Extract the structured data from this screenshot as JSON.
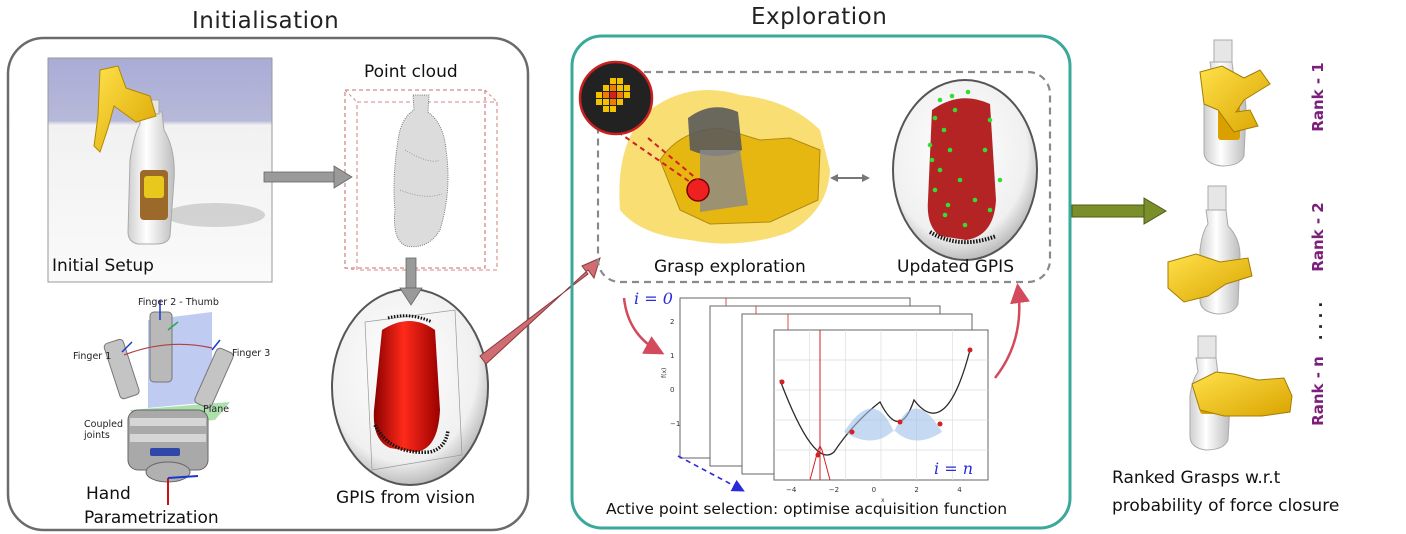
{
  "initialisation": {
    "title": "Initialisation",
    "initial_setup_label": "Initial Setup",
    "point_cloud_label": "Point cloud",
    "gpis_vision_label": "GPIS from vision",
    "hand_label_line1": "Hand",
    "hand_label_line2": "Parametrization",
    "hand_annotations": {
      "finger2": "Finger 2 - Thumb",
      "finger1": "Finger 1",
      "finger3": "Finger 3",
      "plane": "Plane",
      "coupled": "Coupled",
      "joints": "joints"
    }
  },
  "exploration": {
    "title": "Exploration",
    "grasp_exploration_label": "Grasp exploration",
    "updated_gpis_label": "Updated GPIS",
    "active_point_label": "Active point selection: optimise acquisition function",
    "iter_start": "i = 0",
    "iter_end": "i = n",
    "plot": {
      "y_ticks": [
        "2",
        "1",
        "0",
        "−1"
      ],
      "x_ticks": [
        "−4",
        "−2",
        "0",
        "2",
        "4"
      ],
      "ylabel": "f(x)",
      "xlabel": "x"
    }
  },
  "ranked": {
    "rank1": "Rank - 1",
    "rank2": "Rank - 2",
    "rankn": "Rank - n",
    "dots": ". . . .",
    "caption_line1": "Ranked Grasps w.r.t",
    "caption_line2": "probability of force closure"
  },
  "colors": {
    "exploration_border": "#3aa89a",
    "init_border": "#6b6b6b",
    "rank_text": "#7b1f7b",
    "gpis_red": "#d41414",
    "hand_yellow": "#f2c200",
    "arrow_green": "#7a8f2a",
    "arrow_red": "#c24f55"
  }
}
